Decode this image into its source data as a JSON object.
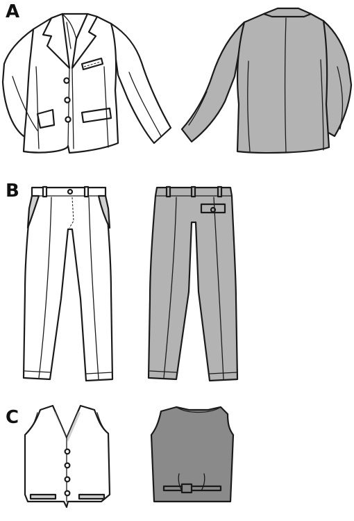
{
  "views": {
    "a": {
      "label": "A"
    },
    "b": {
      "label": "B"
    },
    "c": {
      "label": "C"
    }
  },
  "colors": {
    "outline": "#1a1a1a",
    "front_fill": "#ffffff",
    "back_fill_light": "#b3b3b3",
    "back_fill_dark": "#8a8a8a",
    "lining_shadow": "#d0d0d0"
  }
}
